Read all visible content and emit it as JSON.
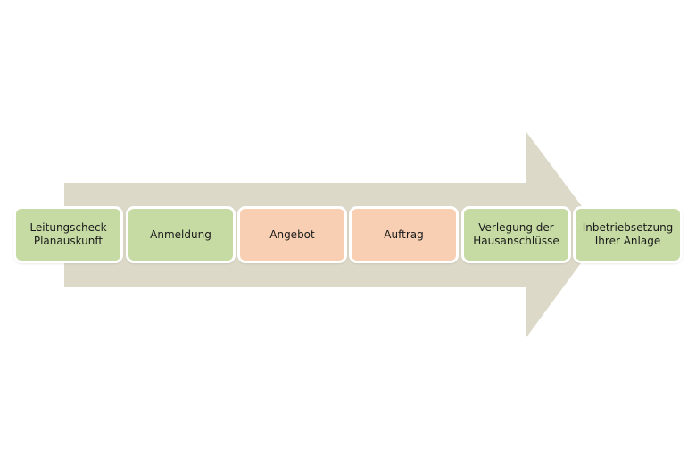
{
  "colors": {
    "arrow": "#dcd9c8",
    "completed_step": "#c6dba3",
    "pending_step": "#f8cfb2",
    "border": "#ffffff"
  },
  "steps": [
    {
      "label": "Leitungscheck\nPlanauskunft",
      "state": "green"
    },
    {
      "label": "Anmeldung",
      "state": "green"
    },
    {
      "label": "Angebot",
      "state": "peach"
    },
    {
      "label": "Auftrag",
      "state": "peach"
    },
    {
      "label": "Verlegung der\nHausanschlüsse",
      "state": "green"
    },
    {
      "label": "Inbetriebsetzung\nIhrer Anlage",
      "state": "green"
    }
  ]
}
